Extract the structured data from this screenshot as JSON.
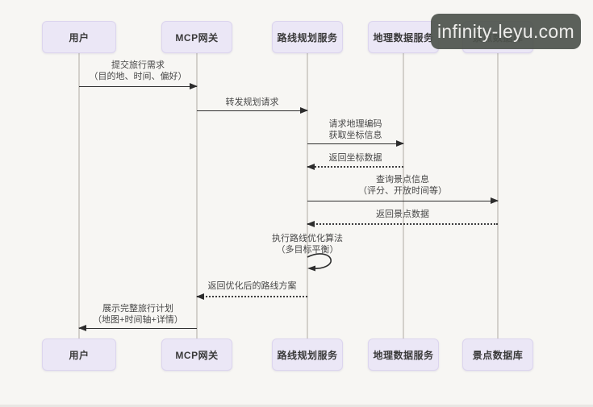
{
  "watermark": {
    "text": "infinity-leyu.com",
    "background": "#4f544d",
    "foreground": "#edecea"
  },
  "colors": {
    "page_background": "#f7f6f3",
    "participant_fill": "#ebe7f6",
    "participant_border": "#dcd5ee",
    "lifeline": "#d3d0cb",
    "arrow": "#2d2d2d",
    "label_text": "#474747"
  },
  "diagram_type": "sequence-diagram",
  "participants": [
    {
      "id": "user",
      "label": "用户"
    },
    {
      "id": "mcp-gateway",
      "label": "MCP网关"
    },
    {
      "id": "route-planning-service",
      "label": "路线规划服务"
    },
    {
      "id": "geo-data-service",
      "label": "地理数据服务"
    },
    {
      "id": "poi-database",
      "label": "景点数据库"
    }
  ],
  "messages": [
    {
      "line1": "提交旅行需求",
      "line2": "（目的地、时间、偏好）",
      "from": "用户",
      "to": "MCP网关",
      "style": "solid",
      "direction": "right"
    },
    {
      "line1": "转发规划请求",
      "from": "MCP网关",
      "to": "路线规划服务",
      "style": "solid",
      "direction": "right"
    },
    {
      "line1": "请求地理编码",
      "line2": "获取坐标信息",
      "from": "路线规划服务",
      "to": "地理数据服务",
      "style": "solid",
      "direction": "right"
    },
    {
      "line1": "返回坐标数据",
      "from": "地理数据服务",
      "to": "路线规划服务",
      "style": "dashed",
      "direction": "left"
    },
    {
      "line1": "查询景点信息",
      "line2": "（评分、开放时间等）",
      "from": "路线规划服务",
      "to": "景点数据库",
      "style": "solid",
      "direction": "right"
    },
    {
      "line1": "返回景点数据",
      "from": "景点数据库",
      "to": "路线规划服务",
      "style": "dashed",
      "direction": "left"
    },
    {
      "line1": "执行路线优化算法",
      "line2": "（多目标平衡）",
      "from": "路线规划服务",
      "to": "路线规划服务",
      "style": "self-loop",
      "direction": "self"
    },
    {
      "line1": "返回优化后的路线方案",
      "from": "路线规划服务",
      "to": "MCP网关",
      "style": "dashed",
      "direction": "left"
    },
    {
      "line1": "展示完整旅行计划",
      "line2": "（地图+时间轴+详情）",
      "from": "MCP网关",
      "to": "用户",
      "style": "solid",
      "direction": "left"
    }
  ]
}
